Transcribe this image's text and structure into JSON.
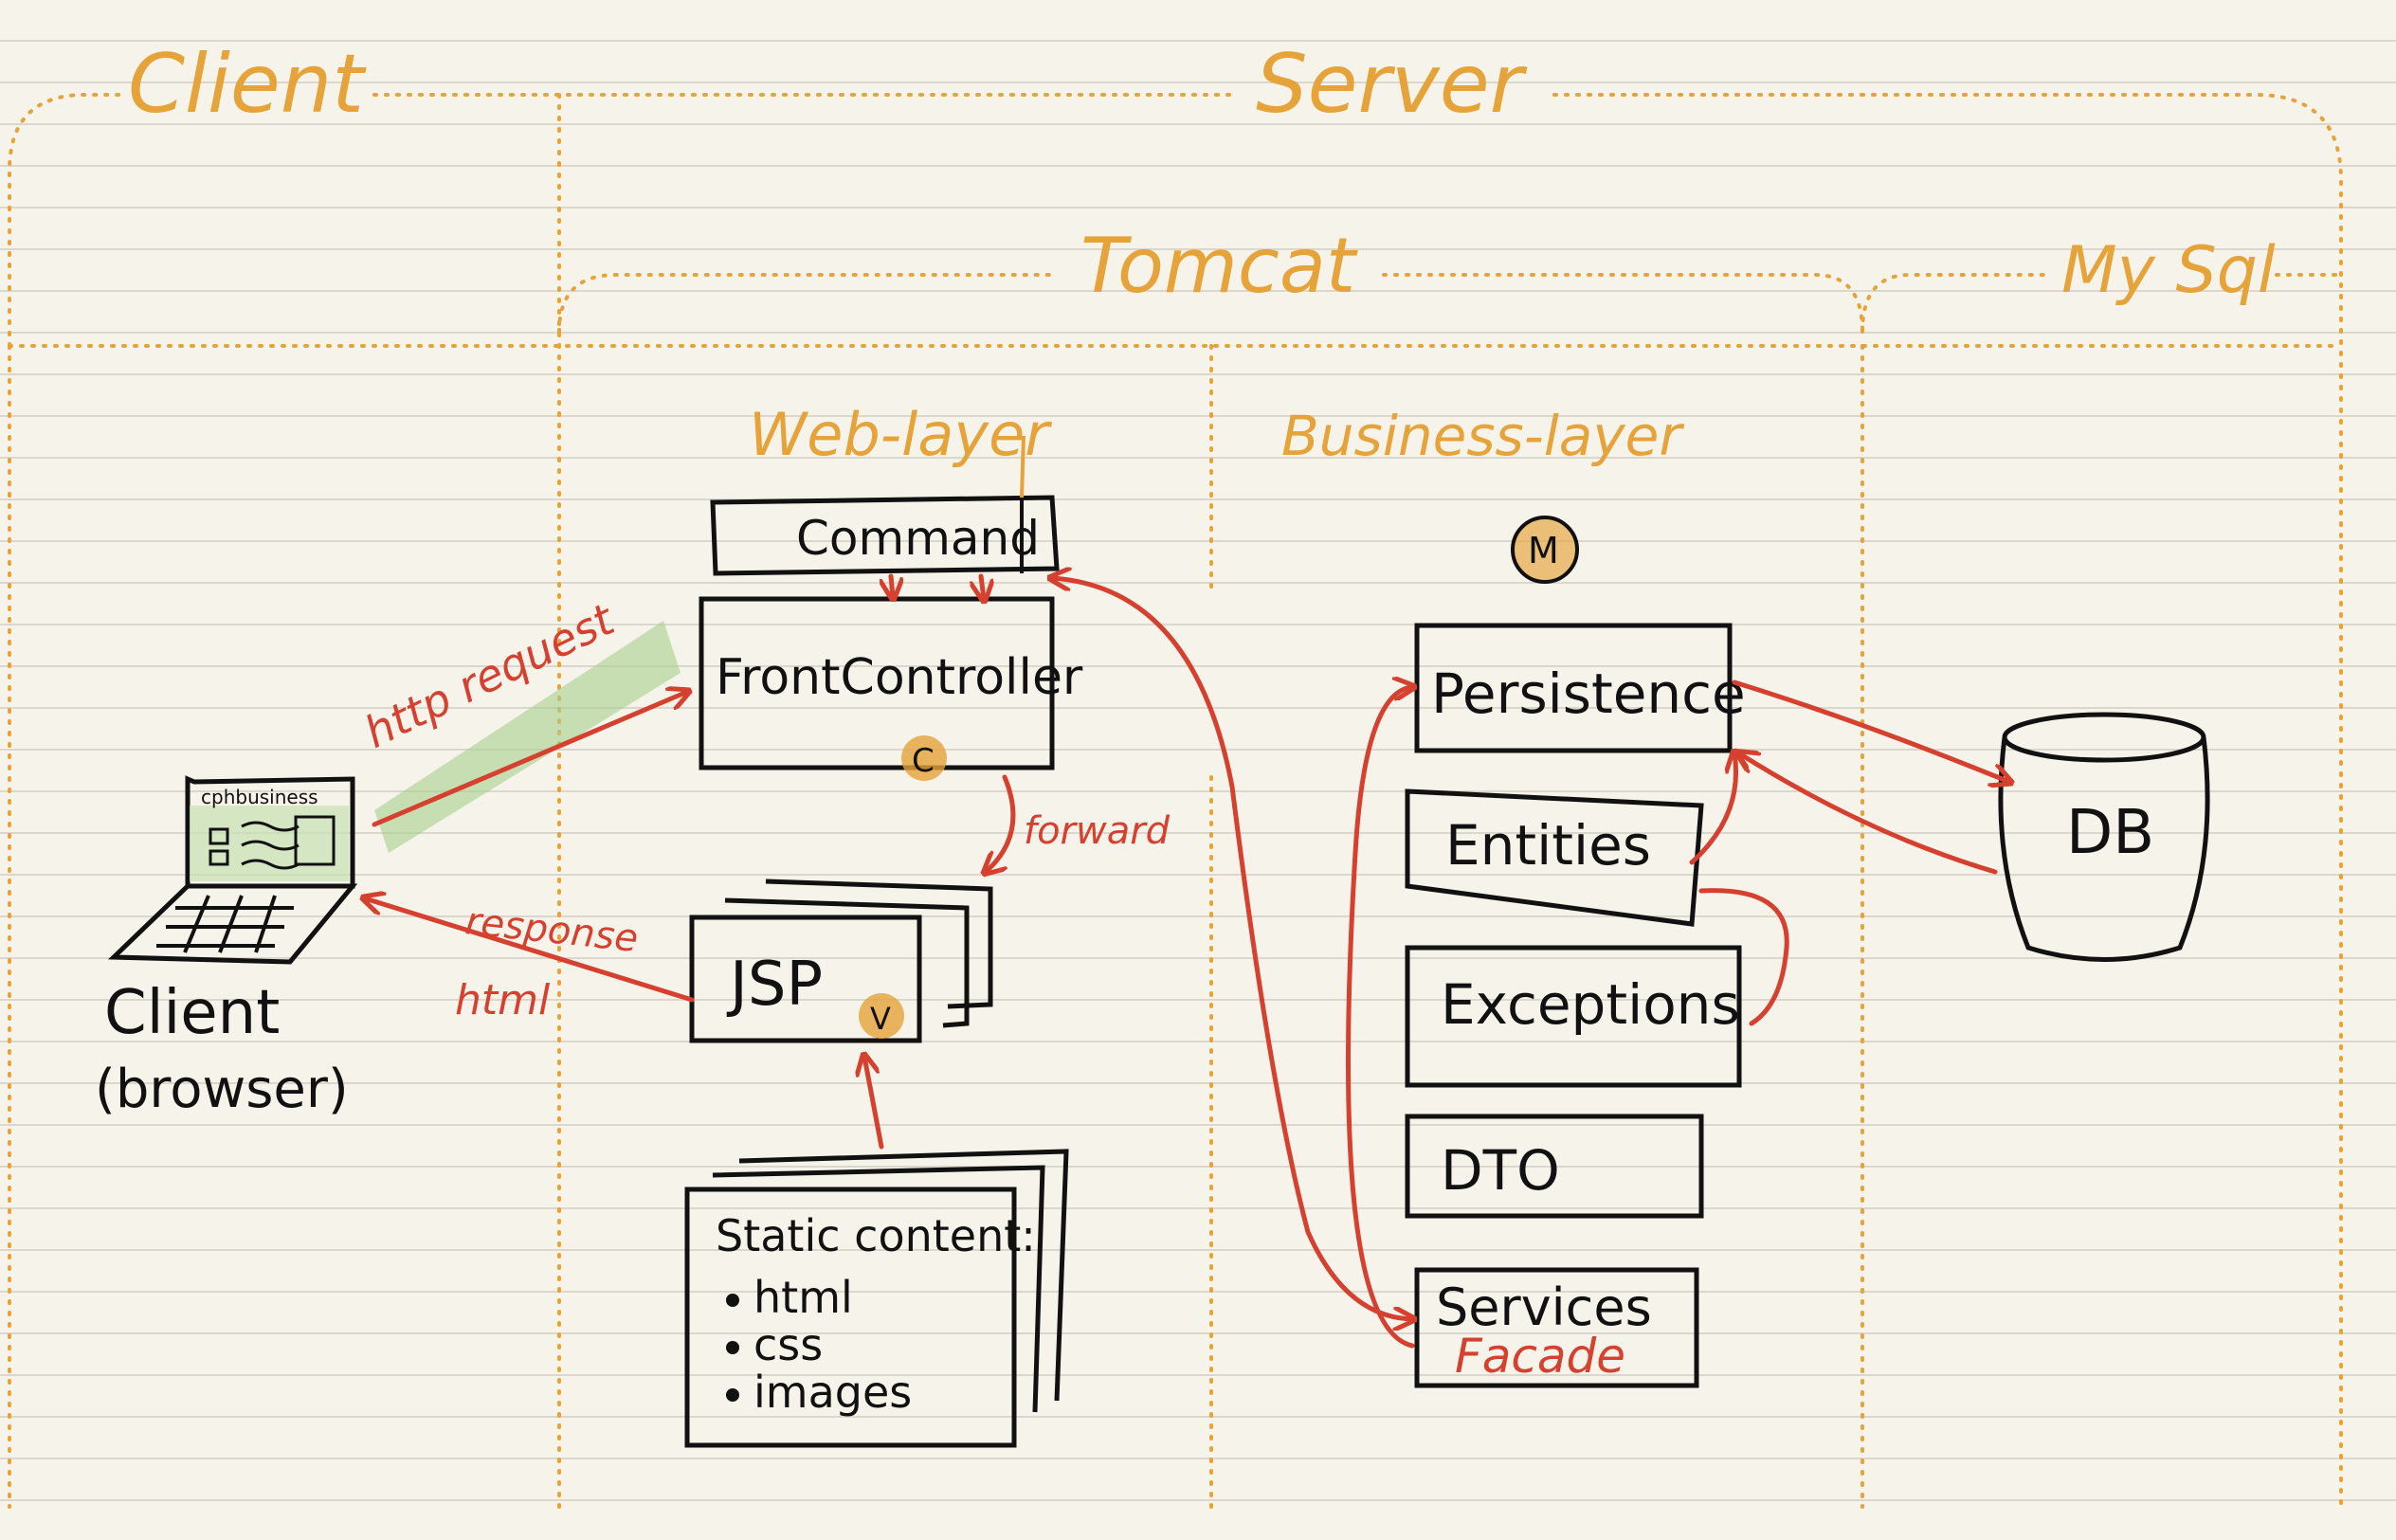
{
  "regions": {
    "client": "Client",
    "server": "Server",
    "tomcat": "Tomcat",
    "mysql": "My Sql",
    "web_layer": "Web-layer",
    "business_layer": "Business-layer"
  },
  "client_node": {
    "screen_text": "cphbusiness",
    "label_line1": "Client",
    "label_line2": "(browser)"
  },
  "web_layer": {
    "command": "Command",
    "front_controller": "FrontController",
    "front_controller_badge": "C",
    "jsp": "JSP",
    "jsp_badge": "V",
    "static_title": "Static content:",
    "static_items": [
      "html",
      "css",
      "images"
    ]
  },
  "business_layer": {
    "model_badge": "M",
    "persistence": "Persistence",
    "entities": "Entities",
    "exceptions": "Exceptions",
    "dto": "DTO",
    "services": "Services",
    "facade": "Facade"
  },
  "mysql": {
    "db": "DB"
  },
  "arrow_labels": {
    "http_request": "http request",
    "forward": "forward",
    "response": "response",
    "html": "html"
  },
  "colors": {
    "orange": "#e6a33a",
    "red": "#d5402f",
    "ink": "#111111",
    "highlight_green": "#a9d18e",
    "paper": "#f6f3ea"
  }
}
